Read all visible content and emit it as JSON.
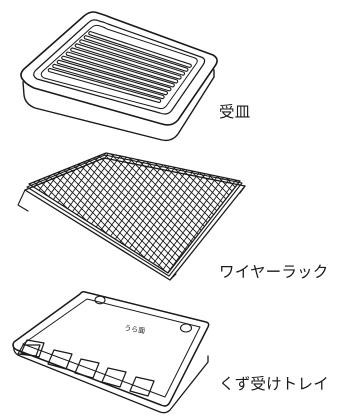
{
  "parts": [
    {
      "id": "pan",
      "label": "受皿",
      "icon": "grill-pan-icon"
    },
    {
      "id": "rack",
      "label": "ワイヤーラック",
      "icon": "wire-rack-icon"
    },
    {
      "id": "tray",
      "label": "くず受けトレイ",
      "icon": "crumb-tray-icon",
      "marking": "うら面"
    }
  ],
  "colors": {
    "line": "#1a1a1a",
    "background": "#ffffff"
  }
}
